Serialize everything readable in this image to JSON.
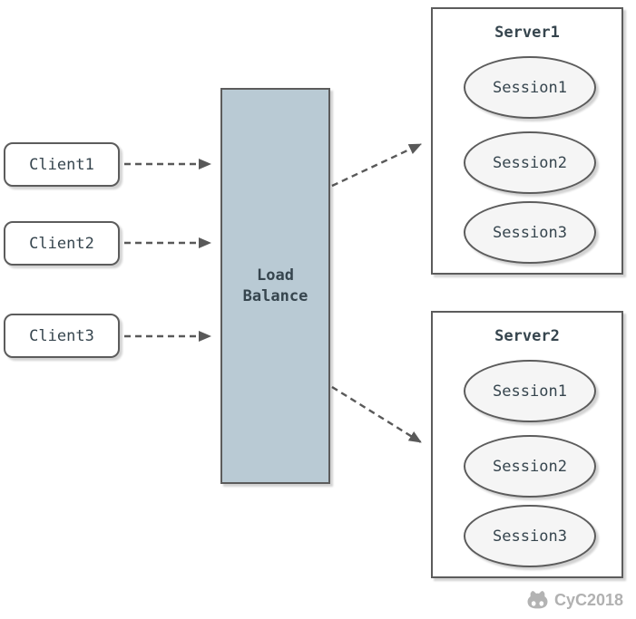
{
  "clients": [
    {
      "label": "Client1"
    },
    {
      "label": "Client2"
    },
    {
      "label": "Client3"
    }
  ],
  "load_balancer": {
    "line1": "Load",
    "line2": "Balance"
  },
  "servers": [
    {
      "title": "Server1",
      "sessions": [
        {
          "label": "Session1"
        },
        {
          "label": "Session2"
        },
        {
          "label": "Session3"
        }
      ]
    },
    {
      "title": "Server2",
      "sessions": [
        {
          "label": "Session1"
        },
        {
          "label": "Session2"
        },
        {
          "label": "Session3"
        }
      ]
    }
  ],
  "watermark": {
    "label": "CyC2018",
    "icon": "github-cat-icon"
  },
  "colors": {
    "load_balancer_fill": "#b9cad4",
    "node_fill": "#ffffff",
    "session_fill": "#f5f5f5",
    "border": "#5c5c5c",
    "text": "#36454e",
    "arrow": "#595959",
    "watermark": "#b3b3b3"
  }
}
